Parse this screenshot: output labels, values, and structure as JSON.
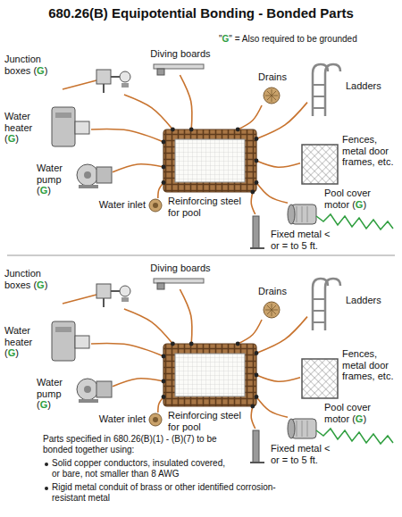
{
  "diagram": {
    "title": "680.26(B) Equipotential Bonding - Bonded Parts",
    "nodes": [
      {
        "text": [
          "Junction boxes (G)"
        ]
      },
      {
        "text": [
          "Diving boards"
        ]
      },
      {
        "text": [
          "Drains"
        ]
      },
      {
        "text": [
          "Ladders"
        ]
      },
      {
        "text": [
          "Water heater (G)"
        ]
      },
      {
        "text": [
          "Reinforcing steel for pool"
        ]
      },
      {
        "text": [
          "Fences, metal door frames, etc."
        ]
      },
      {
        "text": [
          "Water pump (G)"
        ]
      },
      {
        "text": [
          "Water inlet"
        ]
      },
      {
        "text": [
          "Pool cover motor (G)"
        ]
      },
      {
        "text": [
          "Fixed metal < or = to 5 ft."
        ]
      },
      {
        "text": [
          "Junction boxes (G)"
        ]
      },
      {
        "text": [
          "Diving boards"
        ]
      },
      {
        "text": [
          "Drains"
        ]
      },
      {
        "text": [
          "Ladders"
        ]
      },
      {
        "text": [
          "Water heater (G)"
        ]
      },
      {
        "text": [
          "Reinforcing steel for pool"
        ]
      },
      {
        "text": [
          "Fences, metal door frames, etc."
        ]
      },
      {
        "text": [
          "Water pump (G)"
        ]
      },
      {
        "text": [
          "Water inlet"
        ]
      },
      {
        "text": [
          "Pool cover motor (G)"
        ]
      },
      {
        "text": [
          "Fixed metal < or = to 5 ft."
        ]
      }
    ],
    "edges": [
      {
        "from": 5,
        "to": 0,
        "arrow": "none"
      },
      {
        "from": 5,
        "to": 1,
        "arrow": "none"
      },
      {
        "from": 5,
        "to": 2,
        "arrow": "none"
      },
      {
        "from": 5,
        "to": 3,
        "arrow": "none"
      },
      {
        "from": 5,
        "to": 4,
        "arrow": "none"
      },
      {
        "from": 5,
        "to": 6,
        "arrow": "none"
      },
      {
        "from": 5,
        "to": 7,
        "arrow": "none"
      },
      {
        "from": 5,
        "to": 8,
        "arrow": "none"
      },
      {
        "from": 5,
        "to": 9,
        "arrow": "none"
      },
      {
        "from": 5,
        "to": 10,
        "arrow": "none"
      },
      {
        "from": 16,
        "to": 11,
        "arrow": "none"
      },
      {
        "from": 16,
        "to": 12,
        "arrow": "none"
      },
      {
        "from": 16,
        "to": 13,
        "arrow": "none"
      },
      {
        "from": 16,
        "to": 14,
        "arrow": "none"
      },
      {
        "from": 16,
        "to": 15,
        "arrow": "none"
      },
      {
        "from": 16,
        "to": 17,
        "arrow": "none"
      },
      {
        "from": 16,
        "to": 18,
        "arrow": "none"
      },
      {
        "from": 16,
        "to": 19,
        "arrow": "none"
      },
      {
        "from": 16,
        "to": 20,
        "arrow": "none"
      },
      {
        "from": 16,
        "to": 21,
        "arrow": "none"
      }
    ],
    "labels": [
      "\"G\" = Also required to be grounded",
      "Parts specified in 680.26(B)(1) - (B)(7) to be bonded together using:",
      "Solid copper conductors, insulated covered, or bare, not smaller than 8 AWG",
      "Rigid metal conduit of brass or other identified corrosion-resistant metal"
    ]
  }
}
